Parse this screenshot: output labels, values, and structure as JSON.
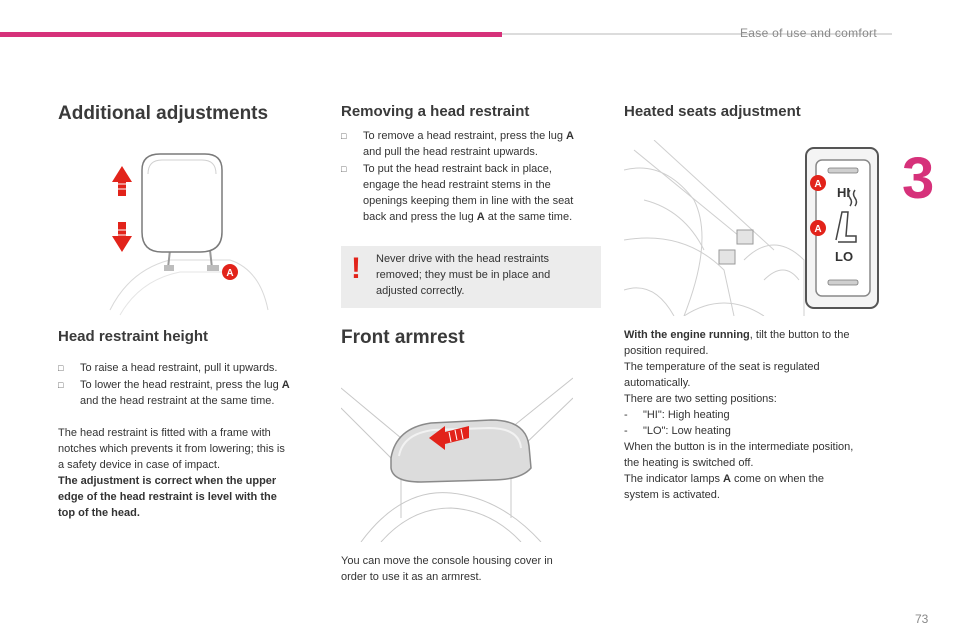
{
  "header": {
    "section": "Ease of use and comfort",
    "chapter": "3",
    "accent": "#d6317a"
  },
  "additional": {
    "title": "Additional adjustments"
  },
  "head_restraint_height": {
    "title": "Head restraint height",
    "bullets": [
      {
        "text": "To raise a head restraint, pull it upwards."
      },
      {
        "line1_pre": "To lower the head restraint, press the lug ",
        "lug": "A",
        "line2": "and the head restraint at the same time."
      }
    ],
    "para_lines": [
      "The head restraint is fitted with a frame with",
      "notches which prevents it from lowering; this is",
      "a safety device in case of impact."
    ],
    "bold_lines": [
      "The adjustment is correct when the upper",
      "edge of the head restraint is level with the",
      "top of the head."
    ]
  },
  "removing": {
    "title": "Removing a head restraint",
    "bullet1": {
      "l1_pre": "To remove a head restraint, press the lug ",
      "lug": "A",
      "l2": "and pull the head restraint upwards."
    },
    "bullet2": {
      "l1": "To put the head restraint back in place,",
      "l2": "engage the head restraint stems in the",
      "l3": "openings keeping them in line with the seat",
      "l4_pre": "back and press the lug ",
      "lug": "A",
      "l4_post": " at the same time."
    },
    "warning": {
      "icon": "!",
      "lines": [
        "Never drive with the head restraints",
        "removed; they must be in place and",
        "adjusted correctly."
      ]
    }
  },
  "armrest": {
    "title": "Front armrest",
    "lines": [
      "You can move the console housing cover in",
      "order to use it as an armrest."
    ]
  },
  "heated": {
    "title": "Heated seats adjustment",
    "switch_hi": "HI",
    "switch_lo": "LO",
    "lug_label": "A",
    "intro_bold": "With the engine running",
    "intro_rest": ", tilt the button to the",
    "lines": [
      "position required.",
      "The temperature of the seat is regulated",
      "automatically.",
      "There are two setting positions:",
      "-     \"HI\": High heating",
      "-     \"LO\": Low heating",
      "When the button is in the intermediate position,",
      "the heating is switched off."
    ],
    "lamps_pre": "The indicator lamps ",
    "lamps_lug": "A",
    "lamps_post": " come on when the",
    "last_line": "system is activated."
  },
  "footer": {
    "page": "73"
  },
  "colors": {
    "warning_red": "#e2231a",
    "arrow_red": "#e2231a",
    "panel_grey": "#ececec"
  }
}
